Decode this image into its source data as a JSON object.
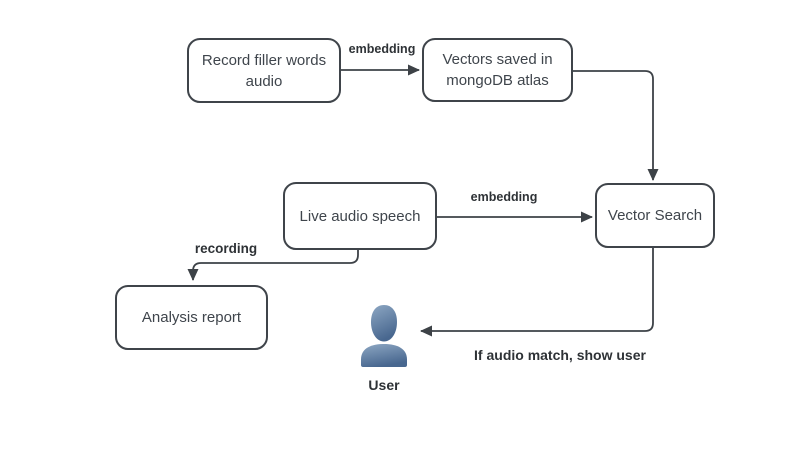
{
  "diagram": {
    "background": "#ffffff",
    "colors": {
      "line": "#3d4247",
      "box_border": "#3f444a",
      "box_text": "#3f454c",
      "label_text": "#2e3236",
      "user_icon_top": "#8da7c3",
      "user_icon_bottom": "#48678f"
    },
    "nodes": {
      "record_audio": {
        "label": "Record filler words\naudio"
      },
      "vectors_saved": {
        "label": "Vectors saved in\nmongoDB atlas"
      },
      "live_audio": {
        "label": "Live audio speech"
      },
      "vector_search": {
        "label": "Vector Search"
      },
      "analysis_report": {
        "label": "Analysis report"
      }
    },
    "edge_labels": {
      "embedding_top": "embedding",
      "embedding_mid": "embedding",
      "recording": "recording",
      "audio_match": "If audio match, show user"
    },
    "user": {
      "icon": "user-icon",
      "label": "User"
    }
  }
}
